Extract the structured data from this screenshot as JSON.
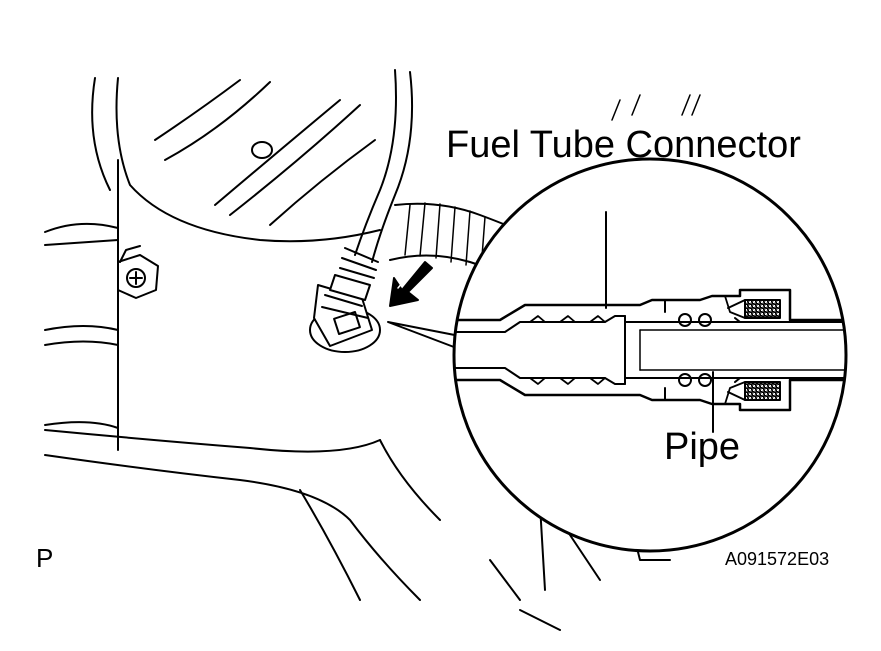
{
  "figure": {
    "labels": {
      "connector": "Fuel Tube Connector",
      "pipe": "Pipe",
      "view_marker": "P",
      "figure_code": "A091572E03"
    },
    "colors": {
      "ink": "#000000",
      "paper": "#ffffff",
      "shading": "#8a8a8a"
    },
    "icons": [
      "push-direction-arrow-icon",
      "bolt-head-icon"
    ]
  }
}
